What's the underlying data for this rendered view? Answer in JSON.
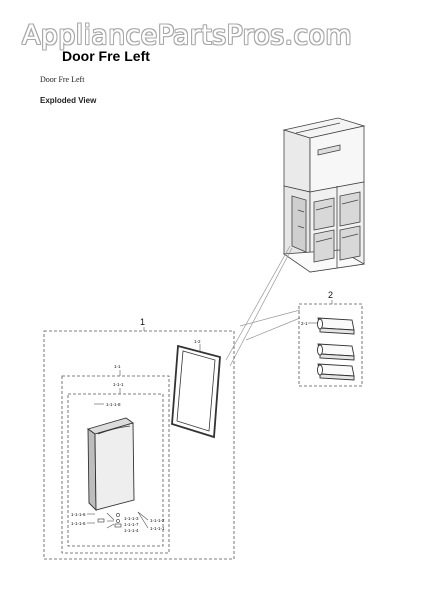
{
  "watermark": "AppliancePartsPros.com",
  "header": {
    "title": "Door Fre Left",
    "subtitle": "Door Fre Left",
    "view_label": "Exploded View"
  },
  "callouts": {
    "assembly": "1",
    "door_assy": "1-1",
    "door_sub": "1-1-1",
    "handle_part": "1-1-1-8",
    "gasket": "1-2",
    "bin_group": "2",
    "bin": "2-1",
    "bottom_left_1": "1-1-1-6",
    "bottom_left_2": "1-1-1-5",
    "bottom_mid_1": "1-1-1-3",
    "bottom_mid_2": "1-1-1-7",
    "bottom_mid_3": "1-1-1-4",
    "bottom_right_1": "1-1-1-2",
    "bottom_right_2": "1-1-1-1"
  }
}
